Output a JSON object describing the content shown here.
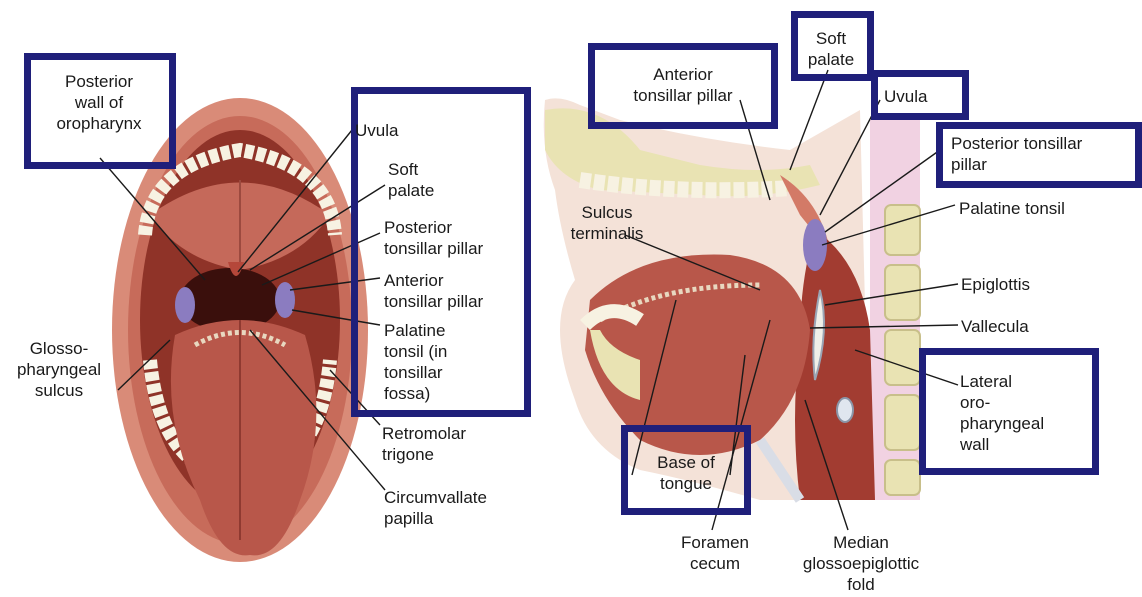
{
  "colors": {
    "box_outline": "#1f1f7a",
    "tissue_red": "#b5473a",
    "tissue_dark": "#7a2620",
    "lip_pink": "#d98b78",
    "tongue": "#b8574a",
    "teeth": "#f7f2e2",
    "bone": "#e9e3b3",
    "tonsil_purple": "#8b7cc0",
    "neck_pink": "#f1d2e2",
    "leader_line": "#1a1a1a"
  },
  "left_view": {
    "labels": {
      "posterior_wall": "Posterior\nwall of\noropharynx",
      "uvula": "Uvula",
      "soft_palate": "Soft\npalate",
      "posterior_pillar": "Posterior\ntonsillar pillar",
      "anterior_pillar": "Anterior\ntonsillar pillar",
      "palatine_tonsil": "Palatine\ntonsil (in\ntonsillar\nfossa)",
      "glosso_sulcus": "Glosso-\npharyngeal\nsulcus",
      "retromolar": "Retromolar\ntrigone",
      "circumvallate": "Circumvallate\npapilla"
    }
  },
  "right_view": {
    "labels": {
      "soft_palate": "Soft\npalate",
      "anterior_pillar": "Anterior\ntonsillar pillar",
      "uvula": "Uvula",
      "posterior_pillar": "Posterior tonsillar\npillar",
      "palatine_tonsil": "Palatine tonsil",
      "sulcus_terminalis": "Sulcus\nterminalis",
      "epiglottis": "Epiglottis",
      "vallecula": "Vallecula",
      "lateral_wall": "Lateral\noro-\npharyngeal\nwall",
      "base_tongue": "Base of\ntongue",
      "foramen_cecum": "Foramen\ncecum",
      "median_fold": "Median\nglossoepiglottic\nfold"
    }
  }
}
